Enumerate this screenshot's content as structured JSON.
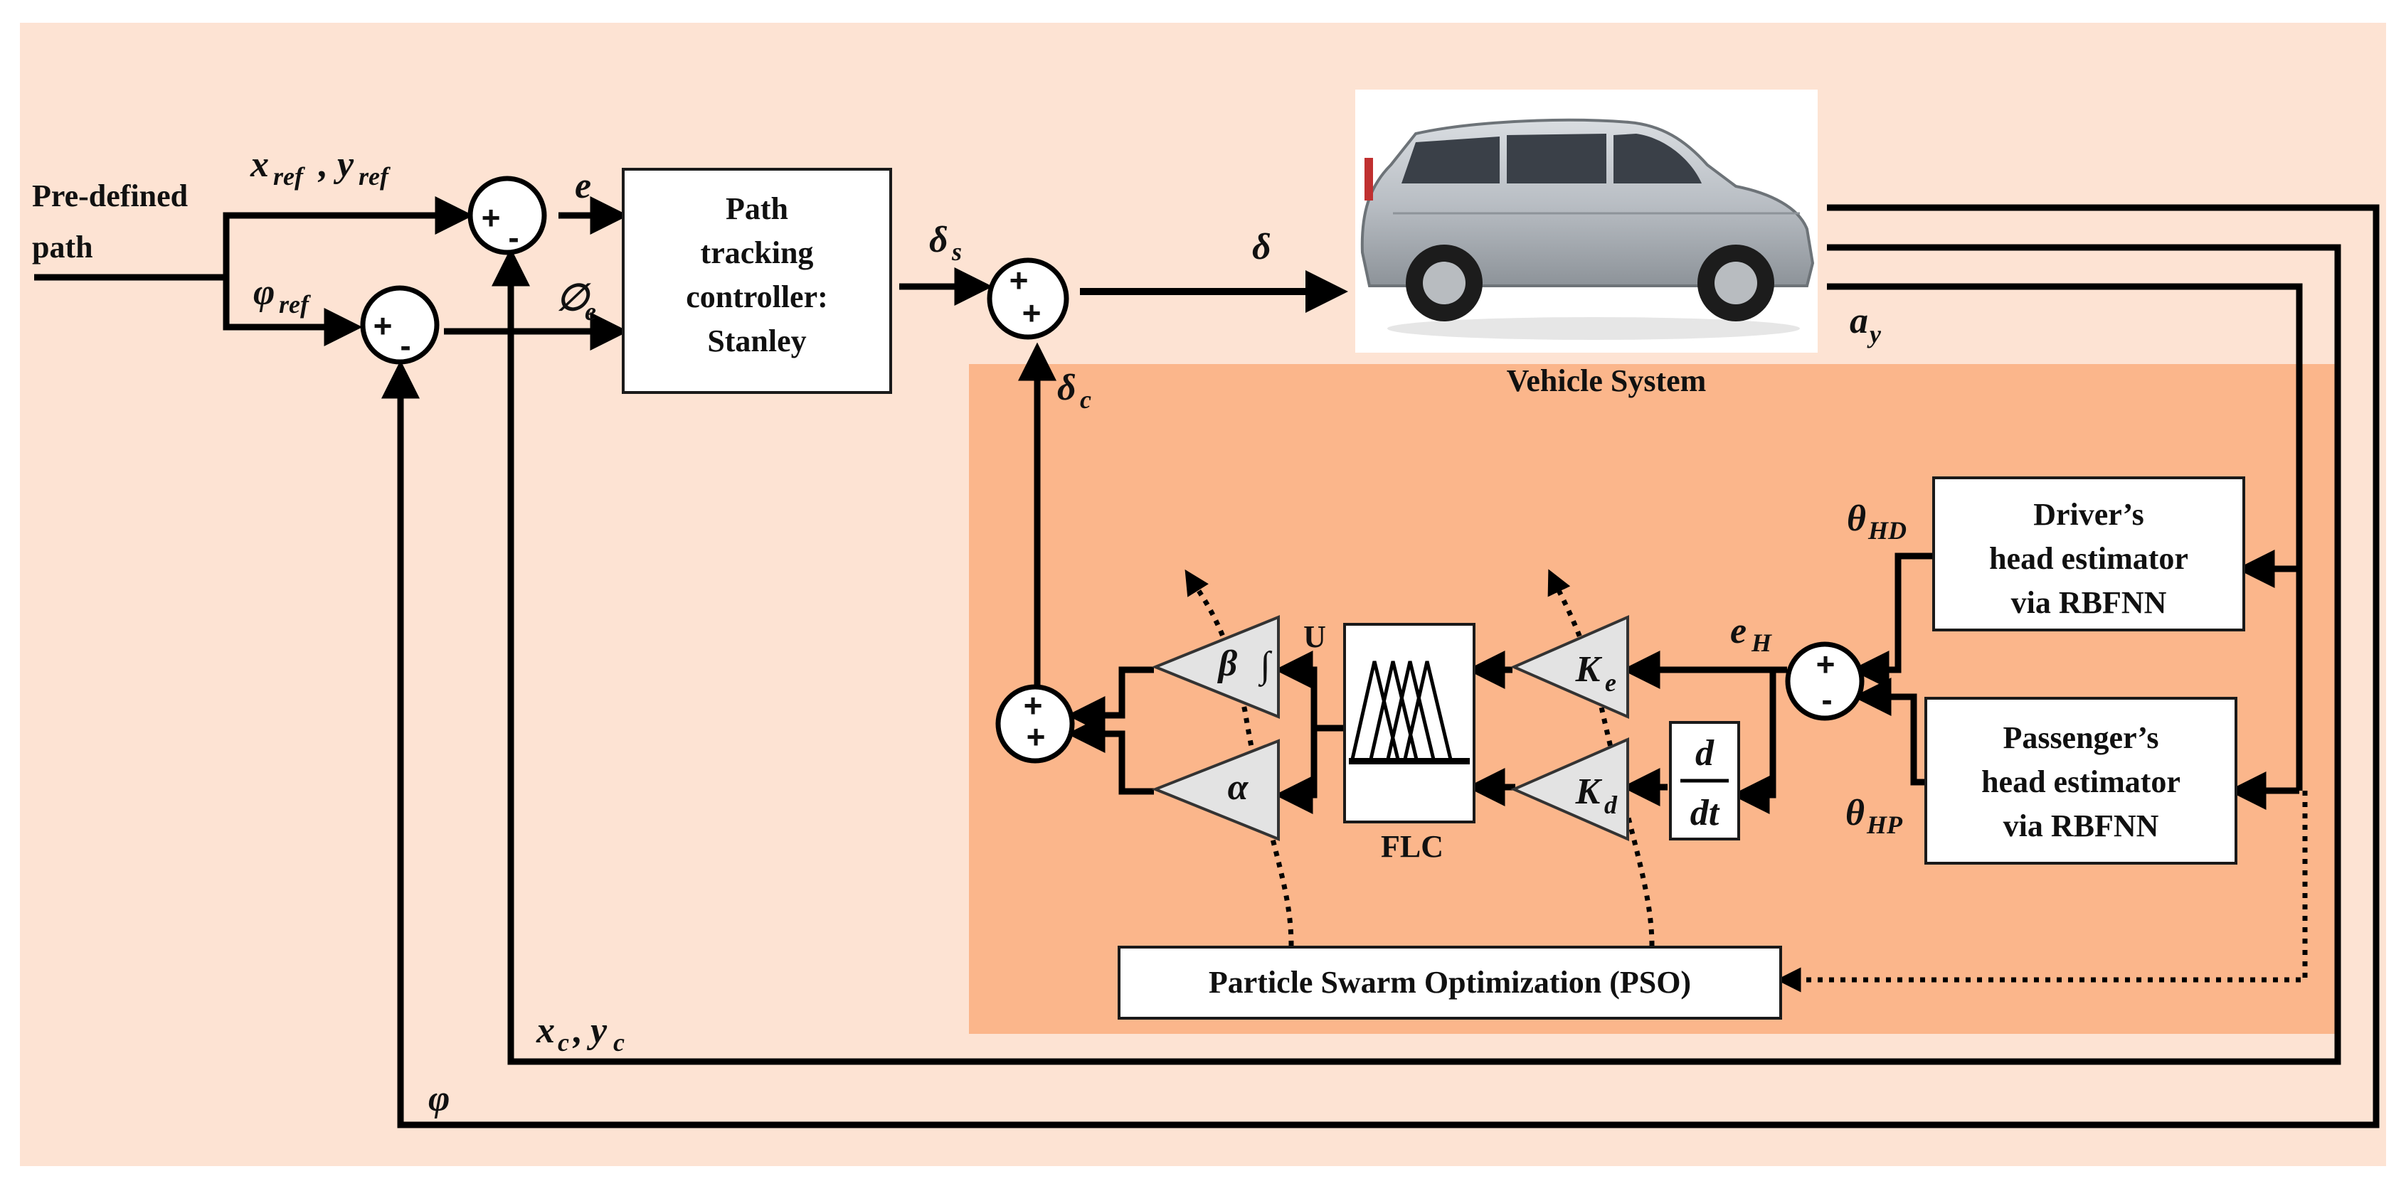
{
  "blocks": {
    "input_line1": "Pre-defined",
    "input_line2": "path",
    "stanley_l1": "Path",
    "stanley_l2": "tracking",
    "stanley_l3": "controller:",
    "stanley_l4": "Stanley",
    "vehicle_system": "Vehicle System",
    "driver_l1": "Driver’s",
    "driver_l2": "head estimator",
    "driver_l3": "via RBFNN",
    "passenger_l1": "Passenger’s",
    "passenger_l2": "head estimator",
    "passenger_l3": "via RBFNN",
    "flc": "FLC",
    "pso": "Particle Swarm Optimization (PSO)",
    "u_label": "U"
  },
  "signals": {
    "xref": "x",
    "xref_sub": "ref",
    "yref": "y",
    "yref_sub": "ref",
    "comma": ",",
    "phiref": "φ",
    "phiref_sub": "ref",
    "e": "e",
    "phie": "∅",
    "phie_sub": "e",
    "delta_s": "δ",
    "delta_s_sub": "s",
    "delta": "δ",
    "delta_c": "δ",
    "delta_c_sub": "c",
    "ay": "a",
    "ay_sub": "y",
    "theta_hd": "θ",
    "theta_hd_sub": "HD",
    "theta_hp": "θ",
    "theta_hp_sub": "HP",
    "eh": "e",
    "eh_sub": "H",
    "xc": "x",
    "xc_sub": "c",
    "yc": "y",
    "yc_sub": "c",
    "phi": "φ"
  },
  "gains": {
    "beta": "β",
    "integral": "∫",
    "alpha": "α",
    "ke": "K",
    "ke_sub": "e",
    "kd": "K",
    "kd_sub": "d",
    "d_num": "d",
    "d_den": "dt"
  },
  "sum_signs": {
    "s1_a": "+",
    "s1_b": "-",
    "s2_a": "+",
    "s2_b": "-",
    "s3_a": "+",
    "s3_b": "+",
    "s4_a": "+",
    "s4_b": "+",
    "s5_a": "+",
    "s5_b": "-"
  },
  "colors": {
    "background": "#fde3d3",
    "vehicle_system_fill": "#fbb68b",
    "car_body": "#b9bec4"
  }
}
